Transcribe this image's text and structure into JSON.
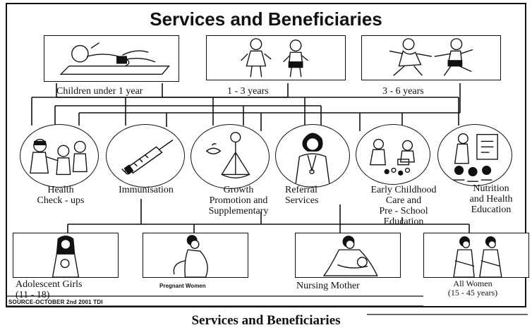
{
  "title": "Services and Beneficiaries",
  "caption": "Services and Beneficiaries",
  "source": "SOURCE-OCTOBER 2nd 2001 TDI",
  "age_groups": [
    {
      "label": "Children under 1 year"
    },
    {
      "label": "1 - 3 years"
    },
    {
      "label": "3 - 6 years"
    }
  ],
  "services": [
    {
      "lines": [
        "Health",
        "Check - ups"
      ],
      "icon": "doctor-examining-children-icon"
    },
    {
      "lines": [
        "Immunisation"
      ],
      "icon": "syringe-icon"
    },
    {
      "lines": [
        "Growth",
        "Promotion and",
        "Supplementary"
      ],
      "icon": "weighing-scale-icon"
    },
    {
      "lines": [
        "Referral",
        "Services"
      ],
      "icon": "health-worker-icon"
    },
    {
      "lines": [
        "Early Childhood",
        "Care and",
        "Pre - School",
        "Education"
      ],
      "icon": "children-playing-icon"
    },
    {
      "lines": [
        "Nutrition",
        "and Health",
        "Education"
      ],
      "icon": "teacher-with-board-icon"
    }
  ],
  "women_groups": [
    {
      "lines": [
        "Adolescent Girls",
        "(11 - 18)"
      ]
    },
    {
      "lines": [
        "Pregnant Women"
      ]
    },
    {
      "lines": [
        "Nursing Mother"
      ]
    },
    {
      "lines": [
        "All Women",
        "(15 - 45 years)"
      ]
    }
  ],
  "colors": {
    "ink": "#111111",
    "background": "#ffffff"
  }
}
